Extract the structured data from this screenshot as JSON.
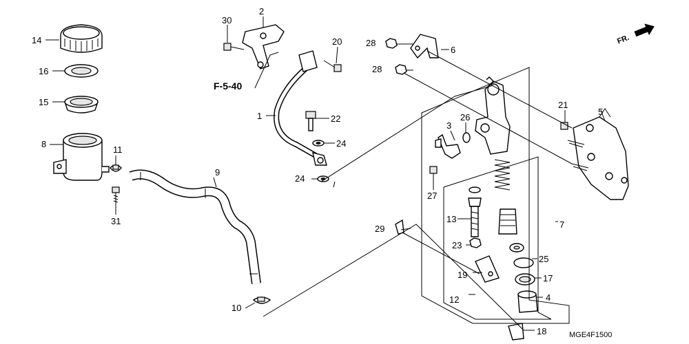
{
  "part_labels": {
    "p1": "1",
    "p2": "2",
    "p3": "3",
    "p4": "4",
    "p5": "5",
    "p6": "6",
    "p7": "7",
    "p8": "8",
    "p9": "9",
    "p10": "10",
    "p11": "11",
    "p12": "12",
    "p13": "13",
    "p14": "14",
    "p15": "15",
    "p16": "16",
    "p17": "17",
    "p18": "18",
    "p19": "19",
    "p20": "20",
    "p21": "21",
    "p22": "22",
    "p23": "23",
    "p24a": "24",
    "p24b": "24",
    "p25": "25",
    "p26": "26",
    "p27": "27",
    "p28a": "28",
    "p28b": "28",
    "p29": "29",
    "p30": "30",
    "p31": "31"
  },
  "reference_label": "F-5-40",
  "front_indicator": "FR.",
  "diagram_code": "MGE4F1500"
}
